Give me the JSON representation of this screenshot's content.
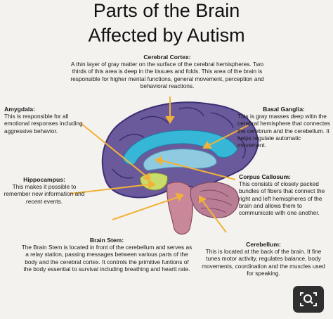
{
  "title": {
    "line1": "Parts of the Brain",
    "line2": "Affected by Autism"
  },
  "labels": {
    "cerebral_cortex": {
      "heading": "Cerebral Cortex:",
      "body": "A thin layer of gray matter on the surface of the cerebral hemispheres. Two thirds of this area is deep in the tissues and folds. This area of the brain is responsible for higher mental functions, general movement, perception and behavioral reactions."
    },
    "amygdala": {
      "heading": "Amygdala:",
      "body": "This is responsible for all emotional responses including aggressive behavior."
    },
    "basal_ganglia": {
      "heading": "Basal Ganglia:",
      "body": "This is gray masses deep witin the cerebral hemisphere that connectes the cerebrum and the cerebellum. It helps regulate automatic movement."
    },
    "corpus_callosum": {
      "heading": "Corpus Callosum:",
      "body": "This consists of closely packed bundles of fibers that connect the right and left hemispheres of the brain and allows them to communicate with one another."
    },
    "hippocampus": {
      "heading": "Hippocampus:",
      "body": "This makes it possible to remember new information and recent events."
    },
    "brain_stem": {
      "heading": "Brain Stem:",
      "body": "The Brain Stem is located in front of the cerebellum and serves as a relay station, passing messages between various parts of the body and the cerebral cortex. It controls the primitive funtions of the body essential to survival including breathing and heartt rate."
    },
    "cerebellum": {
      "heading": "Cerebellum:",
      "body": "This is located at the back of the brain. It fine tunes motor activity, regulates balance, body movements, coordination and the muscles used for speaking."
    }
  },
  "colors": {
    "cortex": "#6a5a9c",
    "cortex_inner": "#4a3a86",
    "corpus_callosum": "#37b7d8",
    "basal_ganglia": "#8fcbe0",
    "hippocampus": "#c9dc6a",
    "brain_stem": "#c9889a",
    "cerebellum": "#b97e96",
    "arrow": "#f2b23a"
  },
  "search_button": {
    "icon": "zoom-search-icon"
  }
}
